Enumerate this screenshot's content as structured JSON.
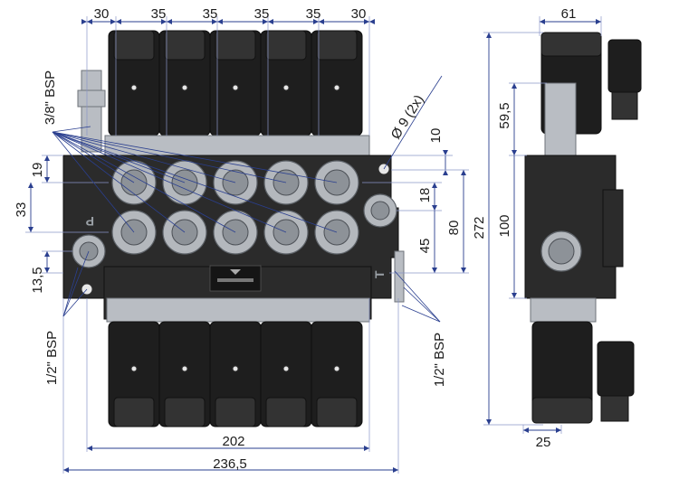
{
  "dimensions": {
    "top": [
      "30",
      "35",
      "35",
      "35",
      "35",
      "30"
    ],
    "width_side": "61",
    "height_59_5": "59,5",
    "height_100": "100",
    "height_272": "272",
    "width_25": "25",
    "width_202": "202",
    "width_236_5": "236,5",
    "left_19": "19",
    "left_33": "33",
    "left_13_5": "13,5",
    "right_10": "10",
    "right_18": "18",
    "right_45": "45",
    "right_80": "80",
    "hole": "Ø 9 (2x)"
  },
  "ports": {
    "top_left": "3/8\" BSP",
    "bottom_left": "1/2\" BSP",
    "bottom_right": "1/2\" BSP"
  },
  "body_marks": {
    "p_port": "P",
    "t_port": "T"
  },
  "colors": {
    "dimension_line": "#2a3f8f",
    "valve_body": "#2b2b2b",
    "metal": "#b9bdc3"
  },
  "icons": [
    "nameplate-icon"
  ]
}
